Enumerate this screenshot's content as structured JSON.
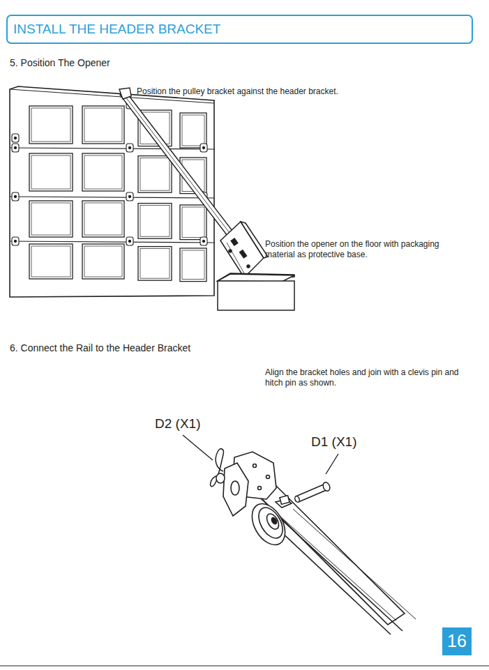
{
  "diagram": {
    "title": "INSTALL THE HEADER BRACKET",
    "labels": [
      "5. Position The Opener",
      "Position the pulley bracket against the header bracket.",
      "Position the opener on the floor with packaging material as protective base.",
      "6. Connect the Rail to the Header Bracket",
      "Align the bracket holes and join with a clevis pin and hitch pin as shown.",
      "D2 (X1)",
      "D1 (X1)",
      "16"
    ]
  }
}
